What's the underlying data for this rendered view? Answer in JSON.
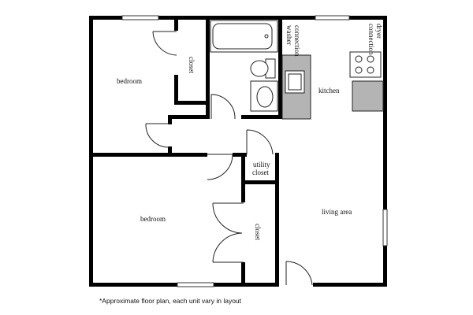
{
  "rooms": {
    "bedroom_top": "bedroom",
    "closet_top": "closet",
    "kitchen": "kitchen",
    "washer": "washer\nconnection",
    "dryer": "dryer\nconnection",
    "utility": "utility\ncloset",
    "bedroom_bottom": "bedroom",
    "closet_bottom": "closet",
    "living": "living area"
  },
  "footnote": "*Approximate floor plan, each unit vary in layout"
}
